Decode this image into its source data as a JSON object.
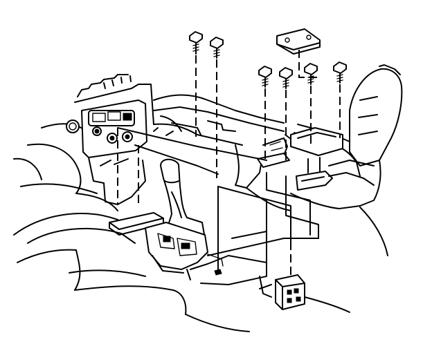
{
  "figure": {
    "caption": "",
    "parts": [
      {
        "name": "instrument-panel-bezel"
      },
      {
        "name": "console-trim-plate"
      },
      {
        "name": "gear-shift-lever"
      },
      {
        "name": "center-console"
      },
      {
        "name": "console-armrest"
      },
      {
        "name": "console-bracket"
      },
      {
        "name": "floor-bracket"
      },
      {
        "name": "module-connector"
      },
      {
        "name": "fastener-bolts"
      }
    ]
  }
}
